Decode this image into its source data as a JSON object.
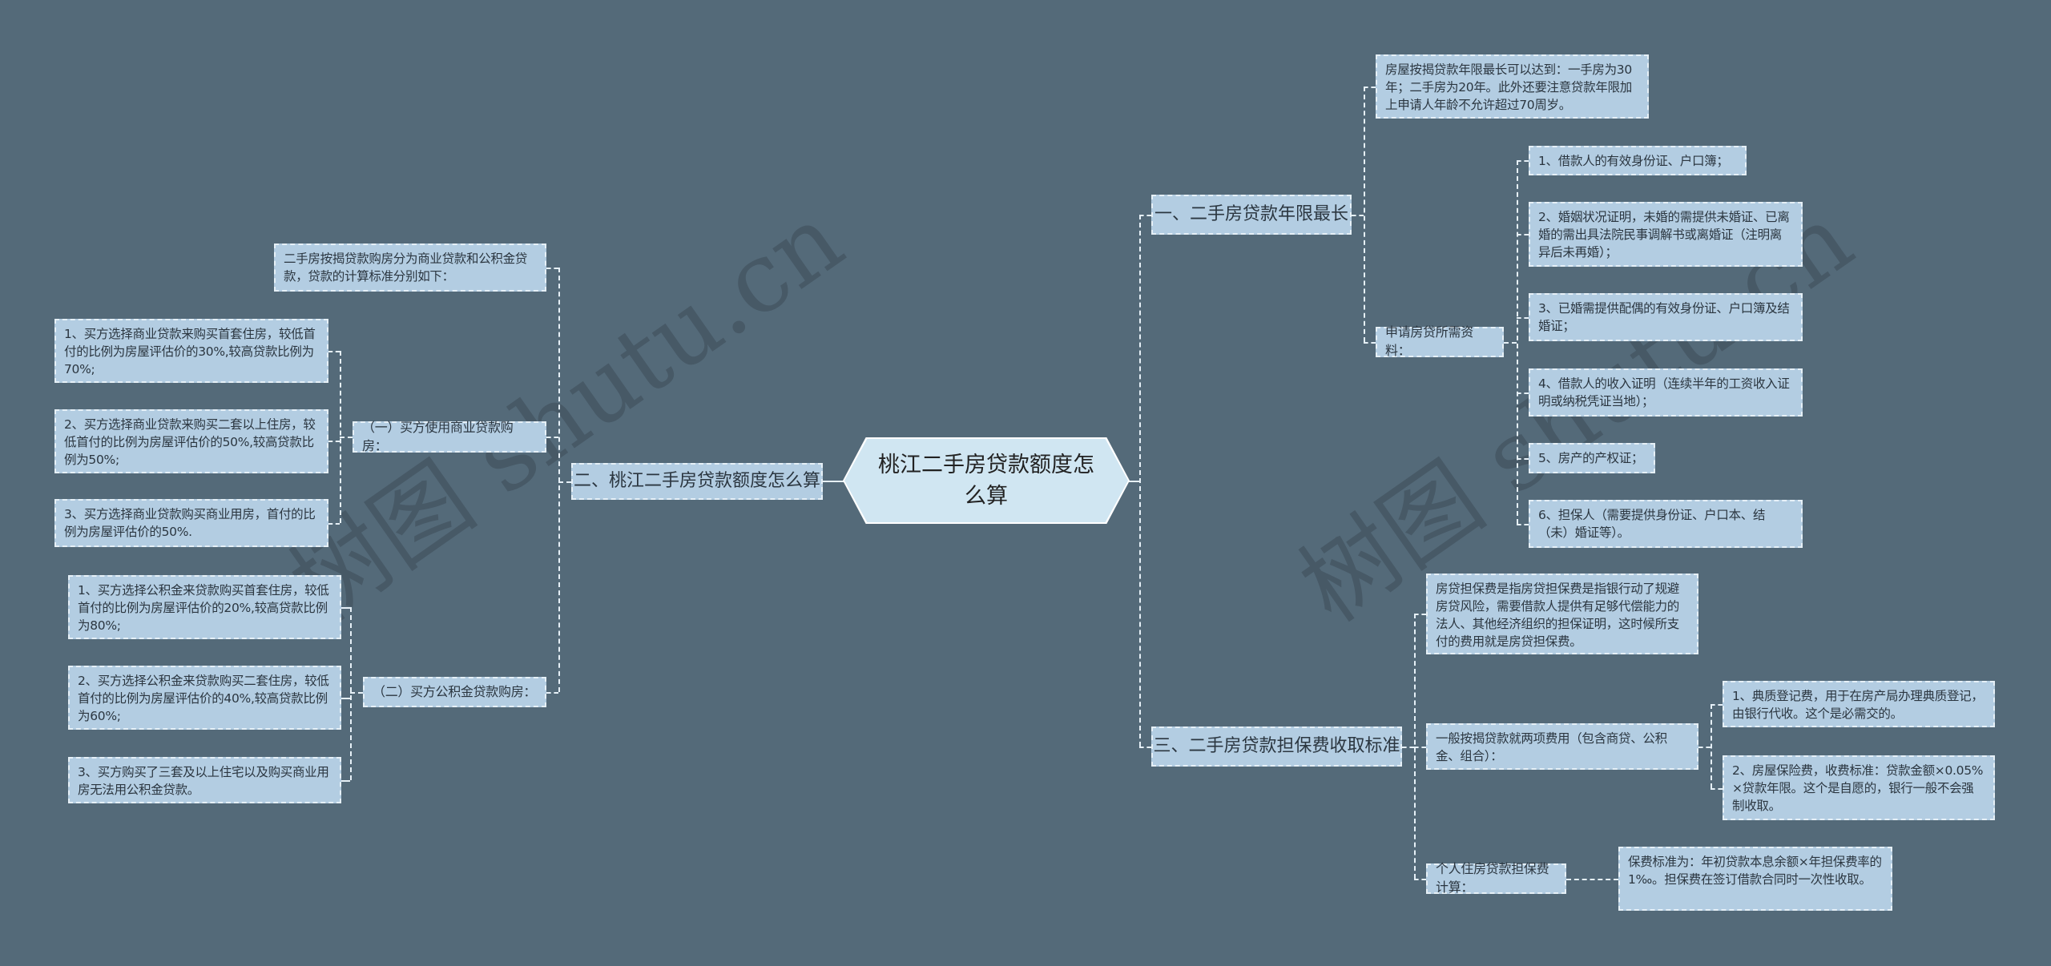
{
  "watermark": "树图 shutu.cn",
  "colors": {
    "background": "#546a79",
    "node_fill": "#b3cde2",
    "center_fill": "#d0e6f2",
    "connector": "#e6f0f7",
    "text": "#2b3640"
  },
  "root": {
    "label": "桃江二手房贷款额度怎么算"
  },
  "right": [
    {
      "label": "一、二手房贷款年限最长",
      "children": [
        {
          "label": "房屋按揭贷款年限最长可以达到：一手房为30年；二手房为20年。此外还要注意贷款年限加上申请人年龄不允许超过70周岁。"
        },
        {
          "label": "申请房贷所需资料：",
          "children": [
            {
              "label": "1、借款人的有效身份证、户口簿；"
            },
            {
              "label": "2、婚姻状况证明，未婚的需提供未婚证、已离婚的需出具法院民事调解书或离婚证（注明离异后未再婚）；"
            },
            {
              "label": "3、已婚需提供配偶的有效身份证、户口簿及结婚证；"
            },
            {
              "label": "4、借款人的收入证明（连续半年的工资收入证明或纳税凭证当地）；"
            },
            {
              "label": "5、房产的产权证；"
            },
            {
              "label": "6、担保人（需要提供身份证、户口本、结（未）婚证等）。"
            }
          ]
        }
      ]
    },
    {
      "label": "三、二手房贷款担保费收取标准",
      "children": [
        {
          "label": "房贷担保费是指房贷担保费是指银行动了规避房贷风险，需要借款人提供有足够代偿能力的法人、其他经济组织的担保证明，这时候所支付的费用就是房贷担保费。"
        },
        {
          "label": "一般按揭贷款就两项费用（包含商贷、公积金、组合）：",
          "children": [
            {
              "label": "1、典质登记费，用于在房产局办理典质登记，由银行代收。这个是必需交的。"
            },
            {
              "label": "2、房屋保险费，收费标准：贷款金额×0.05%×贷款年限。这个是自愿的，银行一般不会强制收取。"
            }
          ]
        },
        {
          "label": "个人住房贷款担保费计算：",
          "children": [
            {
              "label": "保费标准为：年初贷款本息余额×年担保费率的1‰。担保费在签订借款合同时一次性收取。"
            }
          ]
        }
      ]
    }
  ],
  "left": [
    {
      "label": "二、桃江二手房贷款额度怎么算",
      "children": [
        {
          "label": "二手房按揭贷款购房分为商业贷款和公积金贷款，贷款的计算标准分别如下："
        },
        {
          "label": "（一）买方使用商业贷款购房：",
          "children": [
            {
              "label": "1、买方选择商业贷款来购买首套住房，较低首付的比例为房屋评估价的30%,较高贷款比例为70%;"
            },
            {
              "label": "2、买方选择商业贷款来购买二套以上住房，较低首付的比例为房屋评估价的50%,较高贷款比例为50%;"
            },
            {
              "label": "3、买方选择商业贷款购买商业用房，首付的比例为房屋评估价的50%."
            }
          ]
        },
        {
          "label": "（二）买方公积金贷款购房：",
          "children": [
            {
              "label": "1、买方选择公积金来贷款购买首套住房，较低首付的比例为房屋评估价的20%,较高贷款比例为80%;"
            },
            {
              "label": "2、买方选择公积金来贷款购买二套住房，较低首付的比例为房屋评估价的40%,较高贷款比例为60%;"
            },
            {
              "label": "3、买方购买了三套及以上住宅以及购买商业用房无法用公积金贷款。"
            }
          ]
        }
      ]
    }
  ]
}
